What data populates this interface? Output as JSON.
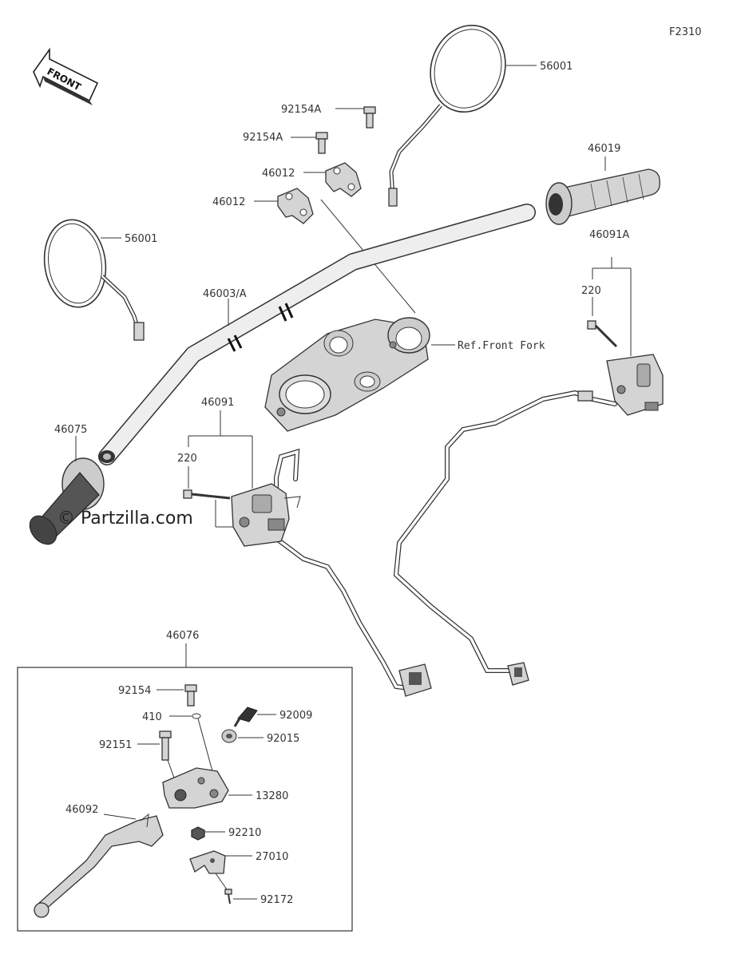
{
  "figure_code": "F2310",
  "front_label": "FRONT",
  "watermark": "© Partzilla.com",
  "labels": {
    "mirror_right": "56001",
    "mirror_left": "56001",
    "bolt_a_top": "92154A",
    "bolt_a_mid": "92154A",
    "holder_right": "46012",
    "holder_left": "46012",
    "grip_right": "46019",
    "switch_right": "46091A",
    "screw_right": "220",
    "handlebar": "46003/A",
    "ref_front_fork": "Ref.Front Fork",
    "grip_left": "46075",
    "switch_left": "46091",
    "screw_left": "220",
    "lever_assy": "46076",
    "bolt_92154": "92154",
    "washer_410": "410",
    "screw_92009": "92009",
    "bush_92015": "92015",
    "bolt_92151": "92151",
    "bracket_13280": "13280",
    "lever_46092": "46092",
    "nut_92210": "92210",
    "switch_27010": "27010",
    "screw_92172": "92172"
  }
}
